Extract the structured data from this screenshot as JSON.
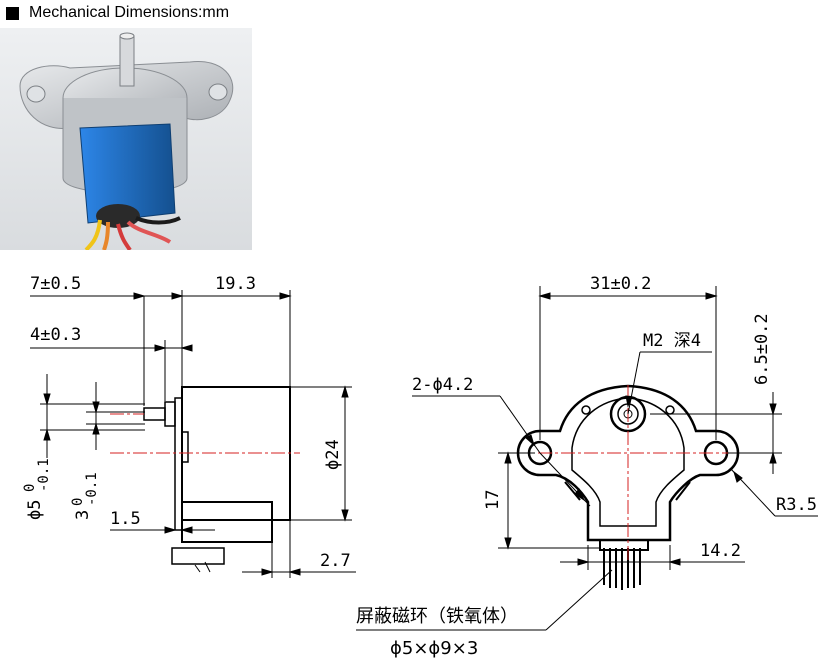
{
  "header": {
    "title": "Mechanical Dimensions:mm"
  },
  "side_view": {
    "dim_7": "7±0.5",
    "dim_19_3": "19.3",
    "dim_4": "4±0.3",
    "dim_phi5_main": "ϕ5",
    "dim_phi5_tol": "0",
    "dim_phi5_tol2": "-0.1",
    "dim_3_main": "3",
    "dim_3_tol": "0",
    "dim_3_tol2": "-0.1",
    "dim_1_5": "1.5",
    "dim_phi24": "ϕ24",
    "dim_2_7": "2.7"
  },
  "front_view": {
    "dim_31": "31±0.2",
    "dim_m2": "M2 深4",
    "dim_6_5": "6.5±0.2",
    "dim_2phi4_2": "2-ϕ4.2",
    "dim_17": "17",
    "dim_r3_5": "R3.5",
    "dim_14_2": "14.2",
    "note_line1": "屏蔽磁环（铁氧体）",
    "note_line2": "ϕ5×ϕ9×3"
  },
  "colors": {
    "motor_blue": "#1e6fd1",
    "motor_silver": "#c9ccd0",
    "centerline_red": "#d42020",
    "line_black": "#000000"
  }
}
